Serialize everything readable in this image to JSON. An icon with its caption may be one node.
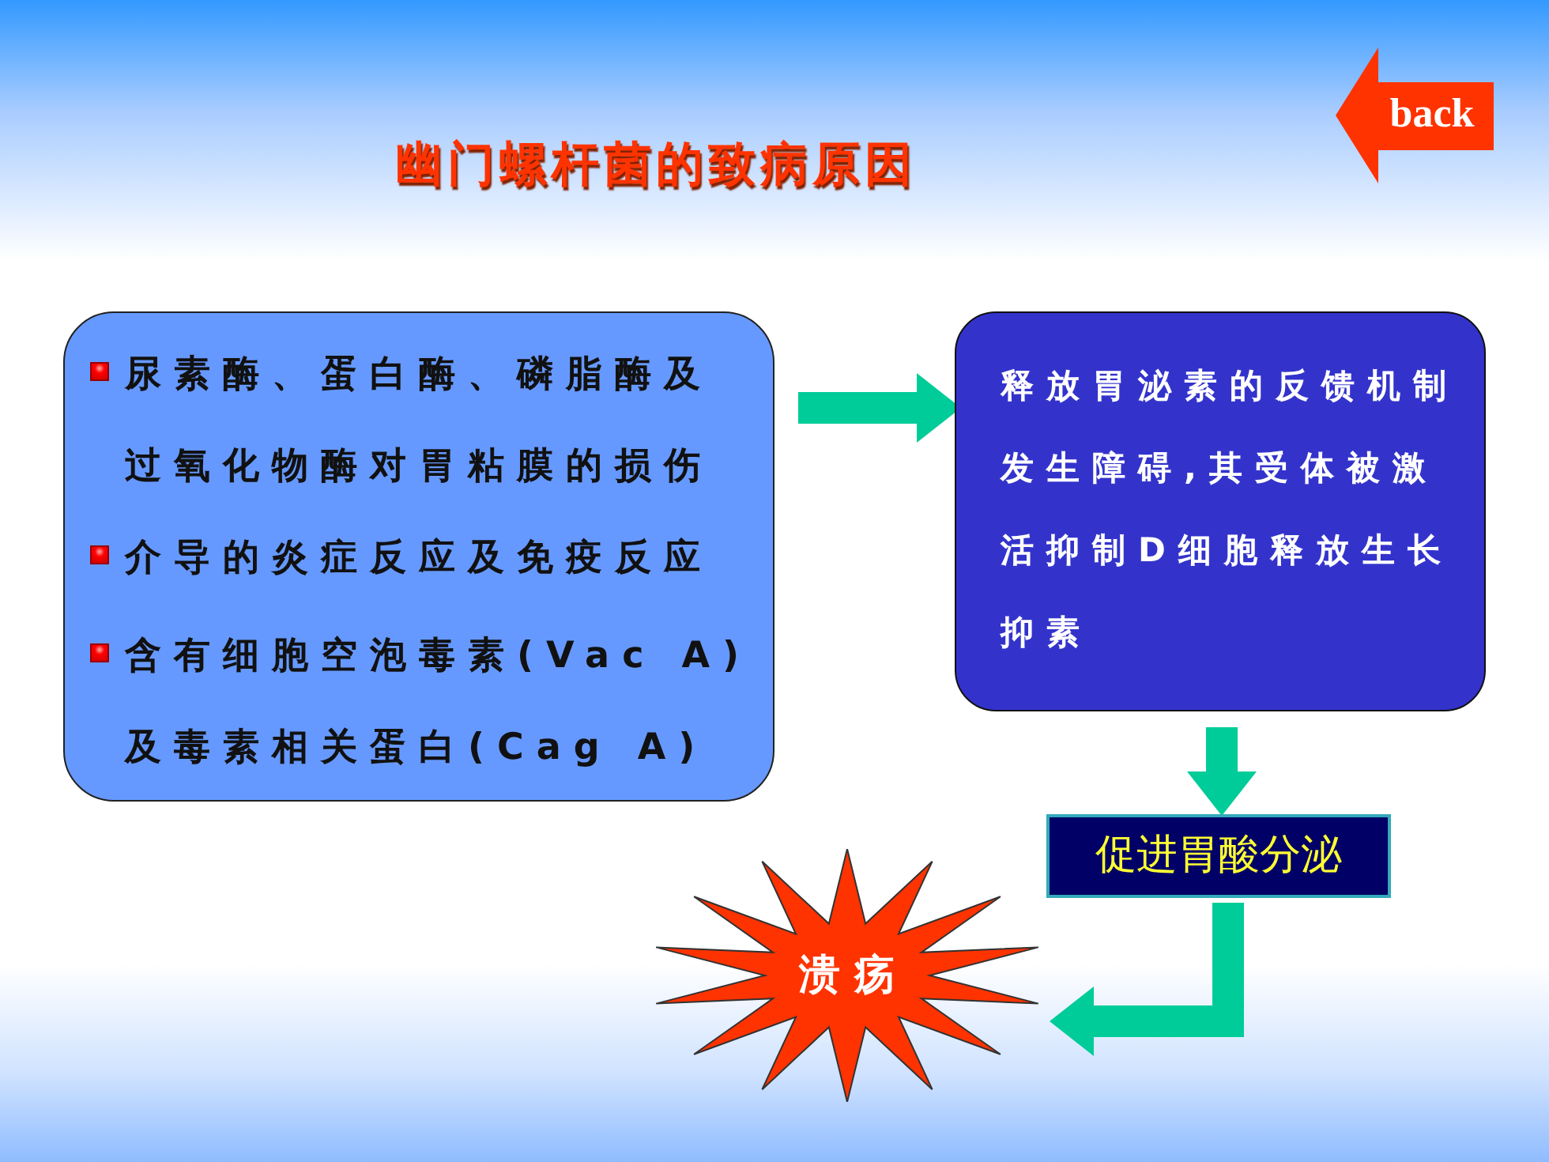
{
  "diagram": {
    "title": "幽门螺杆菌的致病原因",
    "nodes": [
      {
        "text": [
          "尿素酶、蛋白酶、磷脂酶及过氧化物酶对胃粘膜的损伤",
          "介导的炎症反应及免疫反应",
          "含有细胞空泡毒素(Vac A)及毒素相关蛋白(Cag A)"
        ]
      },
      {
        "text": [
          "释放胃泌素的反馈机制发生障碍,其受体被激活抑制D细胞释放生长抑素"
        ]
      },
      {
        "text": [
          "促进胃酸分泌"
        ]
      },
      {
        "text": [
          "溃 疡"
        ]
      },
      {
        "text": [
          "back"
        ]
      }
    ],
    "edges": [
      {
        "from": 0,
        "to": 1,
        "arrow": "to"
      },
      {
        "from": 1,
        "to": 2,
        "arrow": "to"
      },
      {
        "from": 2,
        "to": 3,
        "arrow": "to"
      }
    ]
  }
}
